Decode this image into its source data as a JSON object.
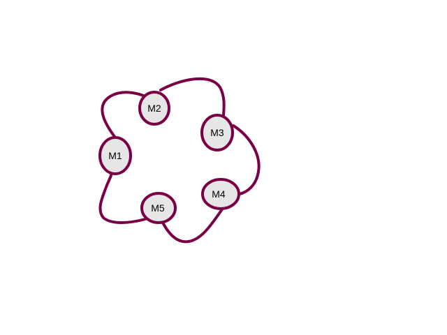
{
  "diagram": {
    "colors": {
      "edge": "#7a0046",
      "node_fill": "#e6e6e6",
      "node_stroke": "#7a0046",
      "label": "#000000"
    },
    "nodes": [
      {
        "id": "M1",
        "label": "M1"
      },
      {
        "id": "M2",
        "label": "M2"
      },
      {
        "id": "M3",
        "label": "M3"
      },
      {
        "id": "M4",
        "label": "M4"
      },
      {
        "id": "M5",
        "label": "M5"
      }
    ],
    "edges": [
      {
        "from": "M1",
        "to": "M2"
      },
      {
        "from": "M2",
        "to": "M3"
      },
      {
        "from": "M3",
        "to": "M4"
      },
      {
        "from": "M4",
        "to": "M5"
      },
      {
        "from": "M5",
        "to": "M1"
      }
    ]
  }
}
